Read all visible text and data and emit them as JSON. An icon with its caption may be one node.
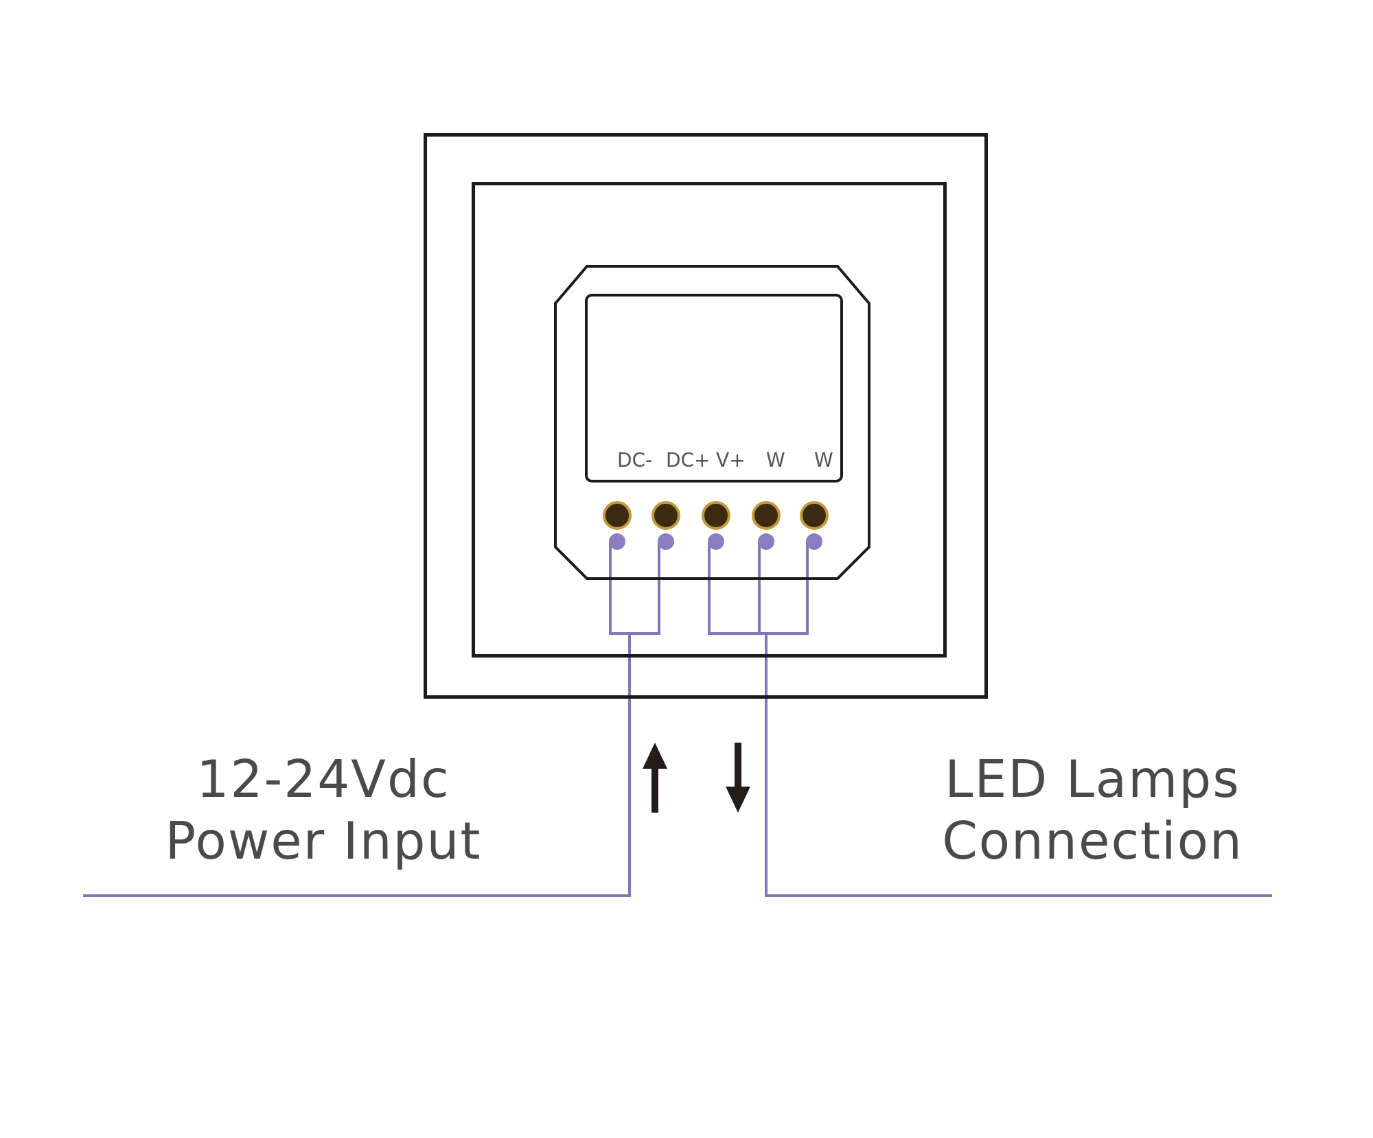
{
  "diagram": {
    "nodes": [
      {
        "text": [],
        "shape": "box"
      },
      {
        "text": [],
        "shape": "box",
        "in": 0
      },
      {
        "text": [],
        "shape": "box",
        "in": 1
      },
      {
        "text": [
          "DC-",
          "DC+",
          "V+",
          "W",
          "W"
        ],
        "in": 2
      },
      {
        "text": [],
        "shape": "circle",
        "in": 2
      },
      {
        "text": [],
        "shape": "circle",
        "in": 2
      },
      {
        "text": [],
        "shape": "circle",
        "in": 2
      },
      {
        "text": [],
        "shape": "circle",
        "in": 2
      },
      {
        "text": [],
        "shape": "circle",
        "in": 2
      },
      {
        "text": [
          "12-24Vdc Power Input"
        ]
      },
      {
        "text": [
          "LED Lamps Connection"
        ]
      }
    ],
    "edges": [
      {
        "from": 4,
        "to": 9,
        "arrow": "none"
      },
      {
        "from": 5,
        "to": 9,
        "arrow": "none"
      },
      {
        "from": 6,
        "to": 10,
        "arrow": "none"
      },
      {
        "from": 7,
        "to": 10,
        "arrow": "none"
      },
      {
        "from": 8,
        "to": 10,
        "arrow": "none"
      }
    ]
  }
}
